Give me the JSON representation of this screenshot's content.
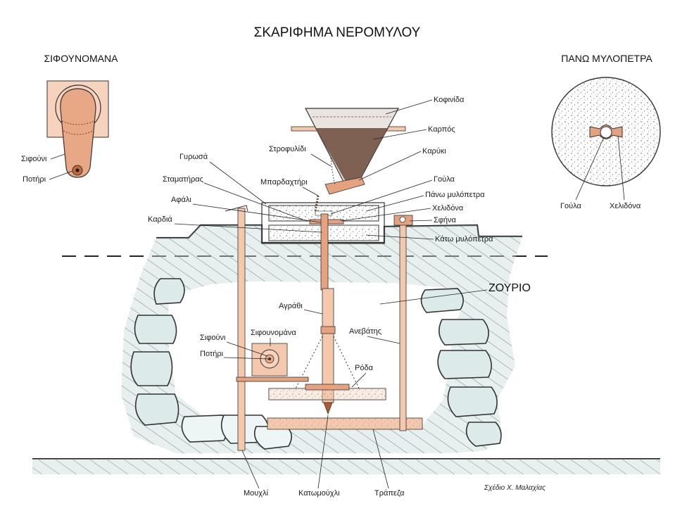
{
  "title": "ΣΚΑΡΙΦΗΜΑ ΝΕΡΟΜΥΛΟΥ",
  "insets": {
    "left_title": "ΣΙΦΟΥΝΟΜΑΝΑ",
    "right_title": "ΠΑΝΩ ΜΥΛΟΠΕΤΡΑ"
  },
  "labels": {
    "sifouni_left": "Σιφούνι",
    "potiri_left": "Ποτήρι",
    "goula_right": "Γούλα",
    "chelidona_right": "Χελιδόνα",
    "kofinida": "Κοφινίδα",
    "karpos": "Καρπός",
    "strofulidi": "Στροφυλίδι",
    "karuki": "Καρύκι",
    "gyrosa": "Γυρωσά",
    "stamatiras": "Σταματήρας",
    "mpardachtiri": "Μπαρδαχτήρι",
    "goula": "Γούλα",
    "pano_mylopetra": "Πάνω μυλόπετρα",
    "afali": "Αφάλι",
    "chelidona": "Χελιδόνα",
    "sfina": "Σφήνα",
    "kardia": "Καρδιά",
    "kato_mylopetra": "Κάτω μυλόπετρα",
    "zourio": "ΖΟΥΡΙΟ",
    "agrathi": "Αγράθι",
    "anevatis": "Ανεβάτης",
    "sifouni": "Σιφούνι",
    "sifounomana": "Σιφουνομάνα",
    "potiri": "Ποτήρι",
    "roda": "Ρόδα",
    "mouchli": "Μουχλί",
    "katomouchli": "Κατωμούχλι",
    "trapeza": "Τράπεζα"
  },
  "credit": "Σχέδιο Χ. Μαλαχίας",
  "colors": {
    "wood": "#f4c8ac",
    "wood_dark": "#e6a27e",
    "rock_fill": "#dcebe9",
    "grain": "#6b4a3a",
    "line": "#222222"
  }
}
